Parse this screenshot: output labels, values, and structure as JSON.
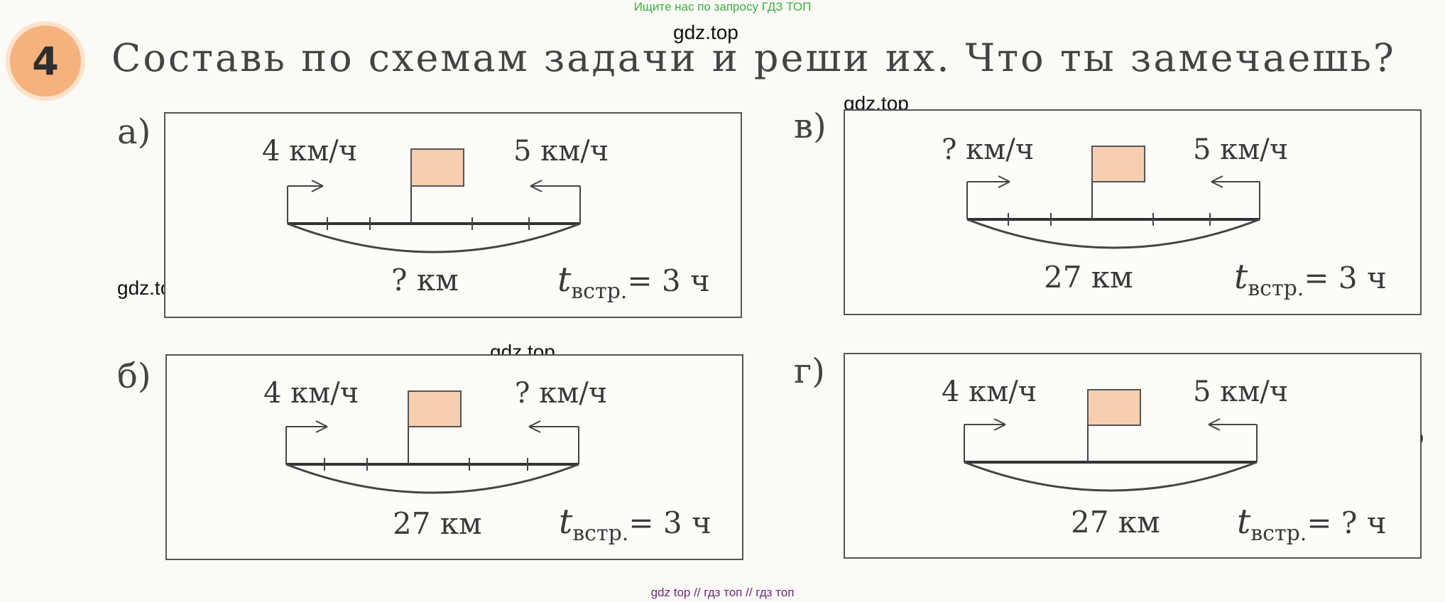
{
  "banner": "Ищите нас по запросу ГДЗ ТОП",
  "task": {
    "number": "4",
    "title": "Составь по схемам задачи и реши их. Что ты замечаешь?"
  },
  "watermark": "gdz.top",
  "time_symbol": "t",
  "time_subscript": "встр.",
  "problems": {
    "a": {
      "label": "а)",
      "left_speed": "4 км/ч",
      "right_speed": "5 км/ч",
      "distance": "? км",
      "time": "= 3 ч"
    },
    "b": {
      "label": "б)",
      "left_speed": "4 км/ч",
      "right_speed": "? км/ч",
      "distance": "27 км",
      "time": "= 3 ч"
    },
    "v": {
      "label": "в)",
      "left_speed": "? км/ч",
      "right_speed": "5 км/ч",
      "distance": "27 км",
      "time": "= 3 ч"
    },
    "g": {
      "label": "г)",
      "left_speed": "4 км/ч",
      "right_speed": "5 км/ч",
      "distance": "27 км",
      "time": "= ? ч"
    }
  },
  "footer": "gdz top  //  гдз топ  //  гдз топ"
}
